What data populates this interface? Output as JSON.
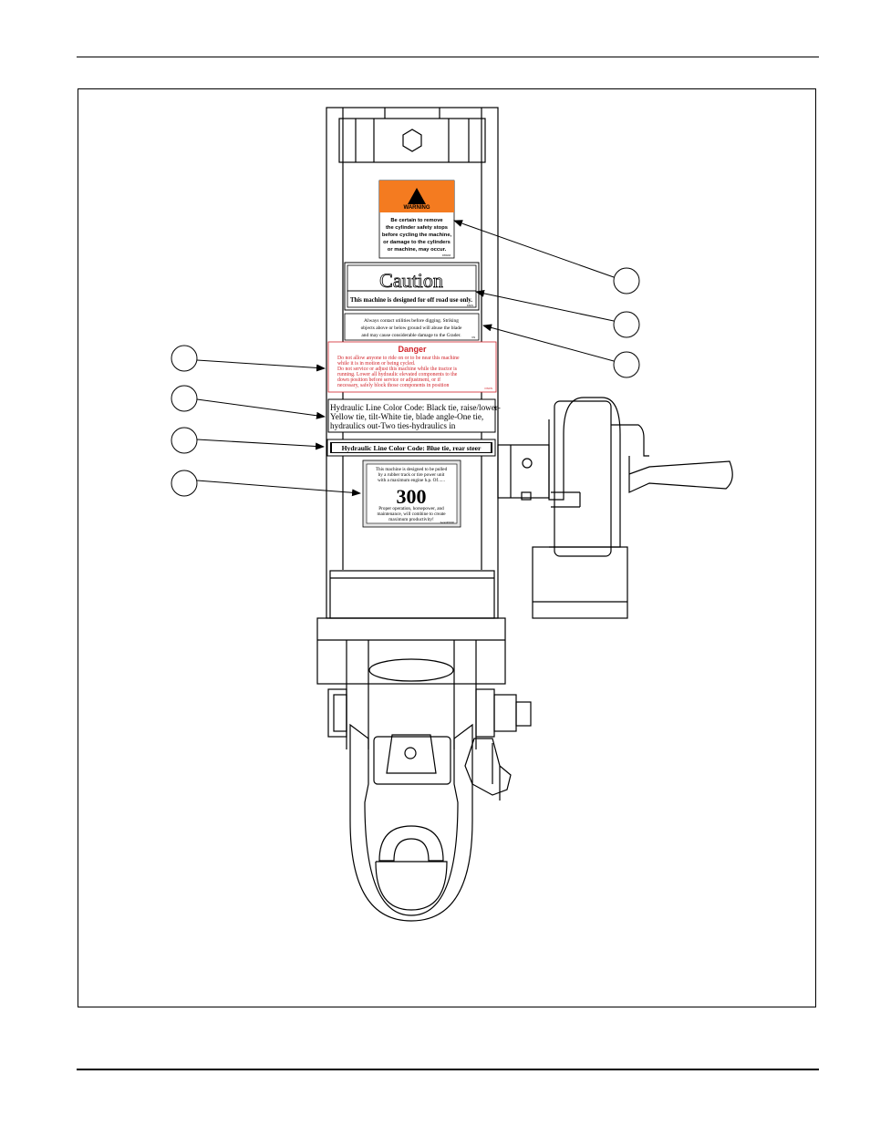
{
  "decals": {
    "warning": {
      "header": "WARNING",
      "lines": [
        "Be certain to remove",
        "the cylinder safety stops",
        "before cycling the machine,",
        "or damage to the cylinders",
        "or machine, may occur."
      ],
      "code": "DSWN3"
    },
    "caution": {
      "title": "Caution",
      "text": "This machine is designed for off road use only.",
      "code": "DSCN"
    },
    "utilities": {
      "lines": [
        "Always contact utilities before digging.  Striking",
        "objects above or below ground will abuse the blade",
        "and may cause considerable damage to the Grader."
      ],
      "code": "NS"
    },
    "danger": {
      "title": "Danger",
      "lines": [
        "Do not allow anyone to ride on or to be near this machine",
        "while it is in motion or being cycled.",
        "Do not service or adjust this machine while the tractor is",
        "running.  Lower all hydraulic elevated components to the",
        "down position before service or adjustment, or if",
        "necessary, safely block those components in position"
      ],
      "code": "DSDN"
    },
    "hydraulic_main": {
      "lines": [
        "Hydraulic Line Color Code: Black tie, raise/lower-",
        "Yellow tie, tilt-White tie, blade angle-One tie,",
        "hydraulics out-Two ties-hydraulics in"
      ]
    },
    "hydraulic_rear": {
      "text": "Hydraulic Line Color Code:  Blue tie, rear steer"
    },
    "capacity": {
      "lines_top": [
        "This machine is designed to be pulled",
        "by a rubber track or tire power unit",
        "with a maximum engine h.p. Of......"
      ],
      "number": "300",
      "lines_bottom": [
        "Proper operation, horsepower, and",
        "maintenance, will combine to create",
        "maximum productivity!"
      ],
      "code": "Serial #DS300"
    }
  },
  "colors": {
    "warning_orange": "#f47b20",
    "danger_red": "#d2232a",
    "line": "#000000"
  }
}
